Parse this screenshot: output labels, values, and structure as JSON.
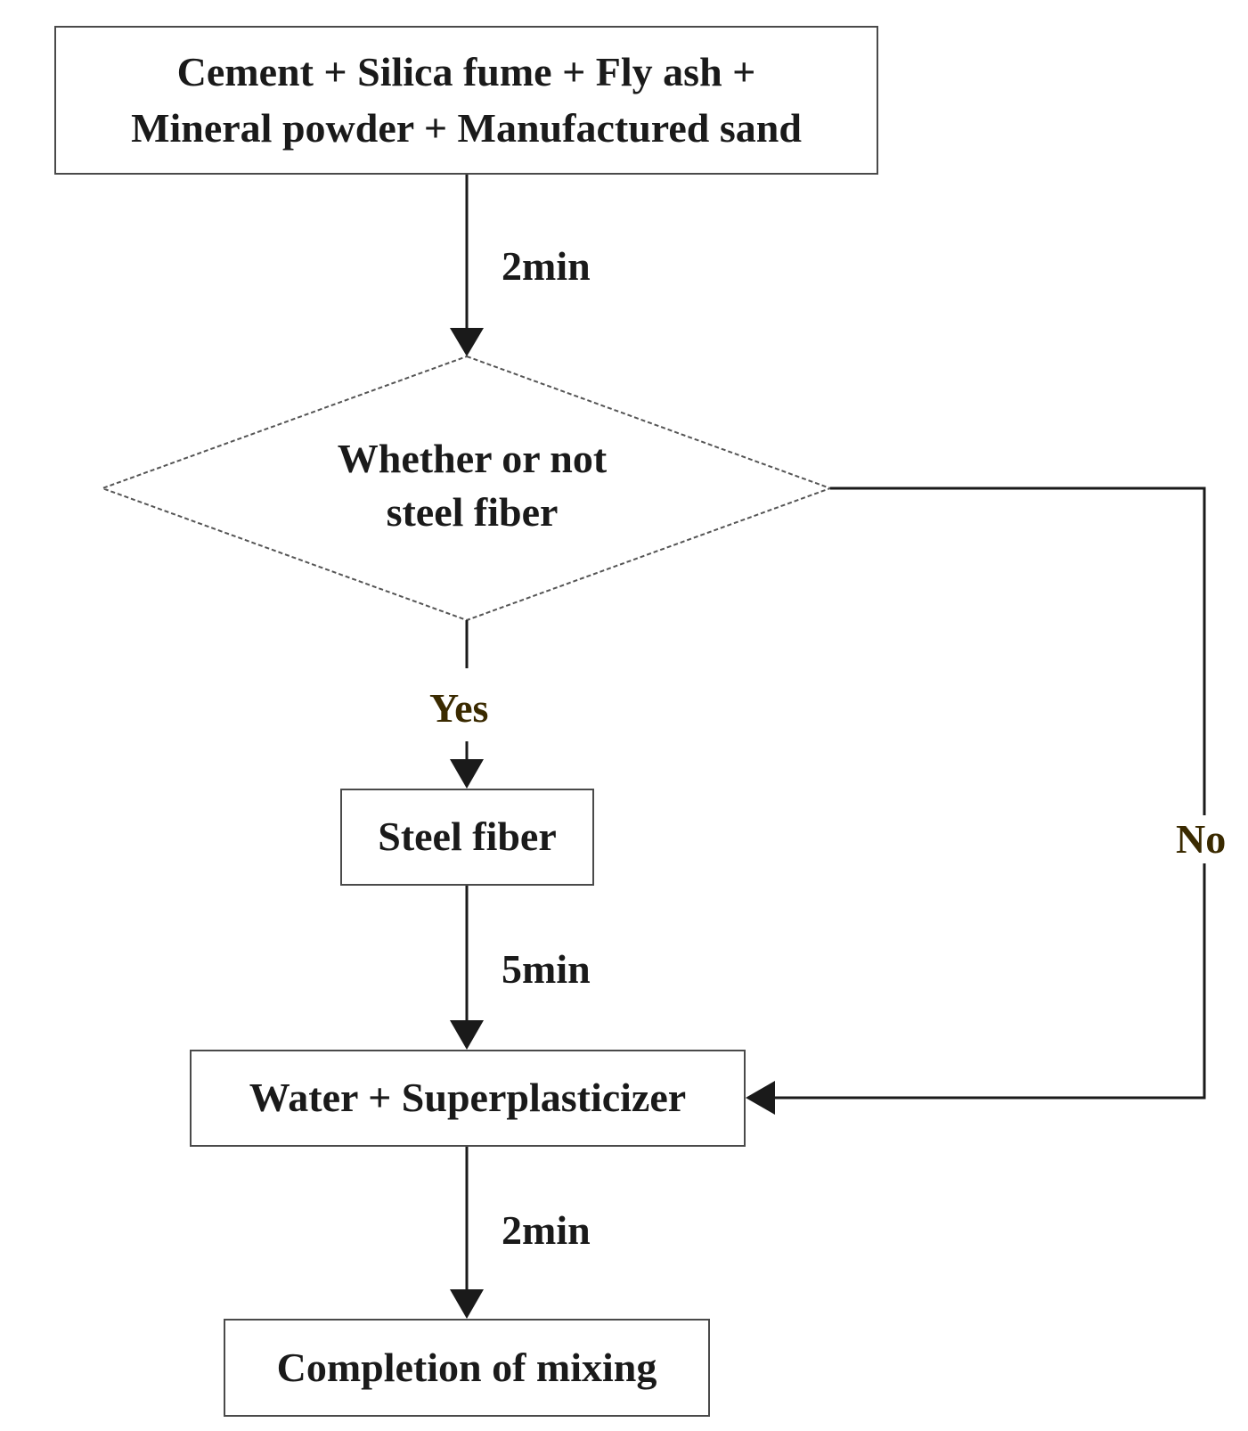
{
  "nodes": {
    "materials": {
      "line1": "Cement + Silica fume + Fly ash +",
      "line2": "Mineral powder + Manufactured sand"
    },
    "decision": {
      "line1": "Whether or not",
      "line2": "steel fiber"
    },
    "steel_fiber": "Steel fiber",
    "water": "Water + Superplasticizer",
    "completion": "Completion of mixing"
  },
  "edges": {
    "materials_to_decision": "2min",
    "decision_yes": "Yes",
    "decision_no": "No",
    "steel_to_water": "5min",
    "water_to_completion": "2min"
  },
  "colors": {
    "line": "#1a1a1a",
    "border": "#4a4a4a",
    "branch_label": "#3a2a00"
  }
}
